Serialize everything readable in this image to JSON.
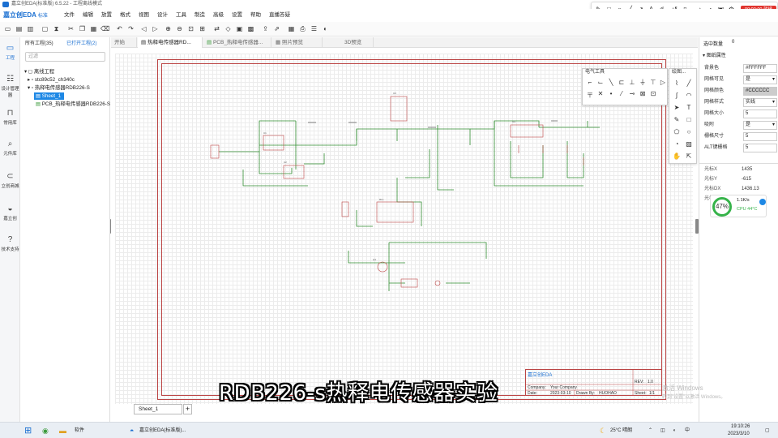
{
  "window": {
    "title": "嘉立创EDA(标准版) 6.5.22 - 工程离线模式"
  },
  "menubar": {
    "brand": "嘉立创EDA",
    "brand_tag": "标准",
    "items": [
      "文件",
      "编辑",
      "放置",
      "格式",
      "视图",
      "设计",
      "工具",
      "制造",
      "高级",
      "设置",
      "帮助",
      "直播答疑"
    ]
  },
  "recorder": {
    "time": "00:00:00 就绪"
  },
  "leftrail": {
    "items": [
      {
        "label": "工程",
        "icon": "folder-icon"
      },
      {
        "label": "设计管理器",
        "icon": "design-manager-icon"
      },
      {
        "label": "常用库",
        "icon": "library-icon"
      },
      {
        "label": "元件库",
        "icon": "component-icon"
      },
      {
        "label": "立创商城",
        "icon": "shop-icon"
      },
      {
        "label": "嘉立创",
        "icon": "jlc-icon"
      },
      {
        "label": "技术支持",
        "icon": "help-icon"
      }
    ]
  },
  "project_panel": {
    "tab_all": "所有工程(35)",
    "tab_open": "已打开工程(2)",
    "filter_placeholder": "过滤",
    "tree": [
      "离线工程",
      "stc89c52_ch340c",
      "热释电传感器RDB226-S",
      "Sheet_1",
      "PCB_热释电传感器RDB226-S"
    ]
  },
  "doc_tabs": [
    "开始",
    "热释电传感器RD...",
    "PCB_热释电传感器...",
    "照片预览",
    "3D预览"
  ],
  "schematic": {
    "sheet_tab": "Sheet_1",
    "titleblock": {
      "company_label": "Company:",
      "company": "Your Company",
      "date_label": "Date:",
      "date": "2023-03-10",
      "drawn_label": "Drawn By:",
      "drawn": "HUOHAO",
      "rev_label": "REV:",
      "rev": "1.0",
      "sheet_label": "Sheet:",
      "sheet": "1/1"
    }
  },
  "panels": {
    "electrical_tools": "电气工具",
    "drawing_tools": "绘图..."
  },
  "subtitle": "RDB226-s热释电传感器实验",
  "right_panel": {
    "selected_label": "选中数量",
    "selected_value": "0",
    "section": "图纸属性",
    "props": [
      {
        "label": "背景色",
        "value": "#FFFFFF",
        "type": "text"
      },
      {
        "label": "网格可见",
        "value": "是",
        "type": "select"
      },
      {
        "label": "网格颜色",
        "value": "#CCCCCC",
        "type": "color"
      },
      {
        "label": "网格样式",
        "value": "实线",
        "type": "select"
      },
      {
        "label": "网格大小",
        "value": "5",
        "type": "text"
      },
      {
        "label": "吸附",
        "value": "是",
        "type": "select"
      },
      {
        "label": "栅格尺寸",
        "value": "5",
        "type": "text"
      },
      {
        "label": "ALT键栅格",
        "value": "5",
        "type": "text"
      }
    ],
    "cursor": [
      {
        "label": "光标X",
        "value": "1435"
      },
      {
        "label": "光标Y",
        "value": "-615"
      },
      {
        "label": "光标DX",
        "value": "1436.13"
      },
      {
        "label": "光标DY",
        "value": ""
      }
    ]
  },
  "cpu_widget": {
    "percent": "47%",
    "net": "1.1K/s",
    "cpu": "CPU 44°C"
  },
  "watermark": {
    "line1": "激活 Windows",
    "line2": "转到\"设置\"以激活 Windows。"
  },
  "taskbar": {
    "app1": "软件",
    "app2": "嘉立创EDA(标准版)...",
    "weather": "25°C 晴朗",
    "time": "19:10:26",
    "date": "2023/3/10"
  }
}
